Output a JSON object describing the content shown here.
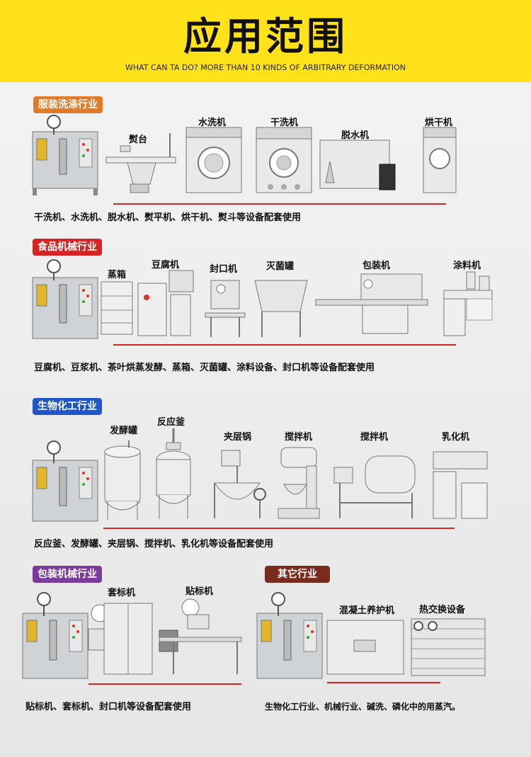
{
  "header": {
    "title": "应用范围",
    "subtitle": "WHAT CAN TA DO? MORE THAN 10 KINDS OF ARBITRARY DEFORMATION",
    "background_color": "#ffe21a"
  },
  "sections": [
    {
      "badge": "服装洗涤行业",
      "badge_color": "#e07b2a",
      "equipment": [
        "熨台",
        "水洗机",
        "干洗机",
        "脱水机",
        "烘干机"
      ],
      "caption": "干洗机、水洗机、脱水机、熨平机、烘干机、熨斗等设备配套使用"
    },
    {
      "badge": "食品机械行业",
      "badge_color": "#d42424",
      "equipment": [
        "蒸箱",
        "豆腐机",
        "封口机",
        "灭菌罐",
        "包装机",
        "涂料机"
      ],
      "caption": "豆腐机、豆浆机、茶叶烘蒸发酵、蒸箱、灭菌罐、涂料设备、封口机等设备配套使用"
    },
    {
      "badge": "生物化工行业",
      "badge_color": "#1f57c8",
      "equipment": [
        "发酵罐",
        "反应釜",
        "夹层锅",
        "搅拌机",
        "搅拌机",
        "乳化机"
      ],
      "caption": "反应釜、发酵罐、夹层锅、搅拌机、乳化机等设备配套使用"
    },
    {
      "badge": "包装机械行业",
      "badge_color": "#7b3a9c",
      "equipment": [
        "套标机",
        "贴标机"
      ],
      "caption": "贴标机、套标机、封口机等设备配套使用"
    },
    {
      "badge": "其它行业",
      "badge_color": "#7a2b1e",
      "equipment": [
        "混凝土养护机",
        "热交换设备"
      ],
      "caption": "生物化工行业、机械行业、碱洗、磷化中的用蒸汽。"
    }
  ],
  "pipe_color": "#d42626"
}
